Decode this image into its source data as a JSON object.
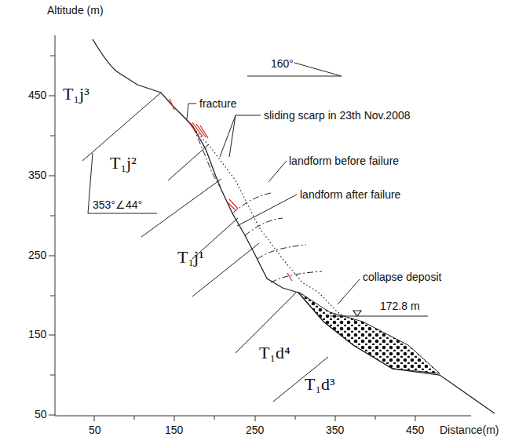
{
  "diagram": {
    "labels": [
      "Altitude (m)",
      "450",
      "350",
      "250",
      "150",
      "50",
      "50",
      "150",
      "250",
      "350",
      "450",
      "Distance(m)",
      "160°",
      "T₁j³",
      "T₁j²",
      "353°∠44°",
      "fracture",
      "sliding scarp in 23th Nov.2008",
      "landform before failure",
      "landform after failure",
      "T₁j¹",
      "collapse deposit",
      "172.8 m",
      "T₁d⁴",
      "T₁d³"
    ]
  }
}
